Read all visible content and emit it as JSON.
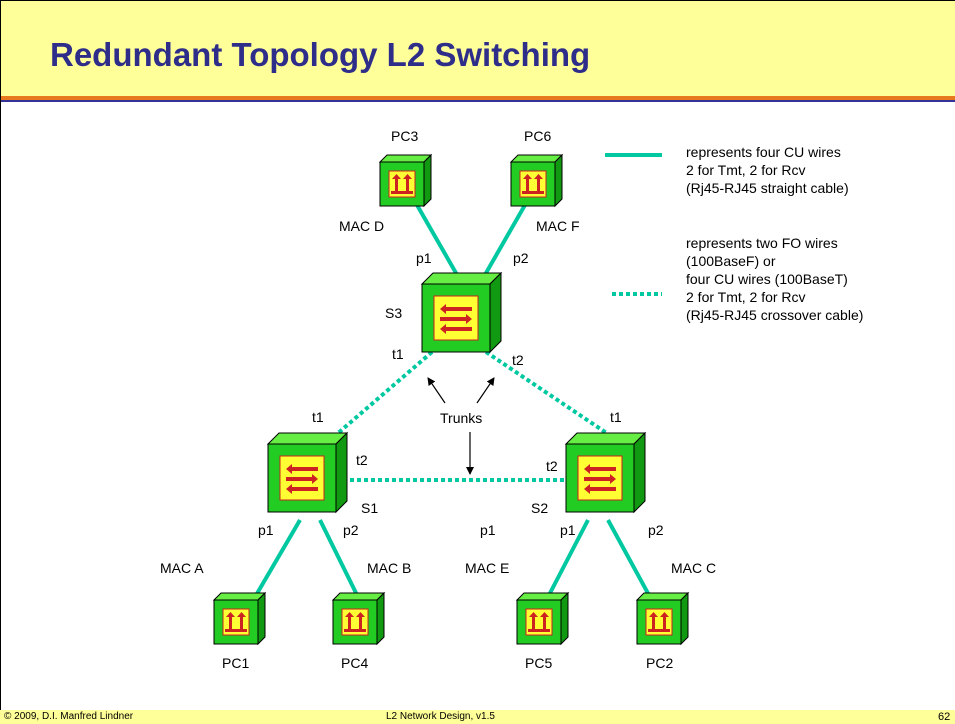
{
  "title": "Redundant Topology L2 Switching",
  "footer": {
    "left": "© 2009, D.I. Manfred Lindner",
    "center": "L2 Network Design, v1.5",
    "page": "62"
  },
  "colors": {
    "link": "#00c8a0",
    "box_green": "#22cc22",
    "box_yellow": "#ffff33",
    "arrow_red": "#cc2222",
    "title": "#2e2e8a",
    "header_bg": "#ffff99"
  },
  "nodes": {
    "pc3": {
      "name": "PC3",
      "mac": "MAC D"
    },
    "pc6": {
      "name": "PC6",
      "mac": "MAC F"
    },
    "pc1": {
      "name": "PC1",
      "mac": "MAC A"
    },
    "pc4": {
      "name": "PC4",
      "mac": "MAC B"
    },
    "pc5": {
      "name": "PC5",
      "mac": "MAC E"
    },
    "pc2": {
      "name": "PC2",
      "mac": "MAC C"
    },
    "s3": {
      "name": "S3"
    },
    "s1": {
      "name": "S1"
    },
    "s2": {
      "name": "S2"
    }
  },
  "ports": {
    "s3_p1": "p1",
    "s3_p2": "p2",
    "s3_t1": "t1",
    "s3_t2": "t2",
    "s1_t1": "t1",
    "s1_t2": "t2",
    "s1_p1": "p1",
    "s1_p2": "p2",
    "s2_t1": "t1",
    "s2_t2": "t2",
    "s2_p1": "p1",
    "s2_p2": "p2",
    "mid_p1": "p1"
  },
  "trunks_label": "Trunks",
  "legend": {
    "solid": [
      "represents four CU wires",
      "2 for Tmt, 2 for Rcv",
      "(Rj45-RJ45 straight cable)"
    ],
    "dotted": [
      "represents two FO wires",
      "(100BaseF)  or",
      "four CU wires (100BaseT)",
      "2 for Tmt, 2 for Rcv",
      "(Rj45-RJ45 crossover cable)"
    ]
  }
}
